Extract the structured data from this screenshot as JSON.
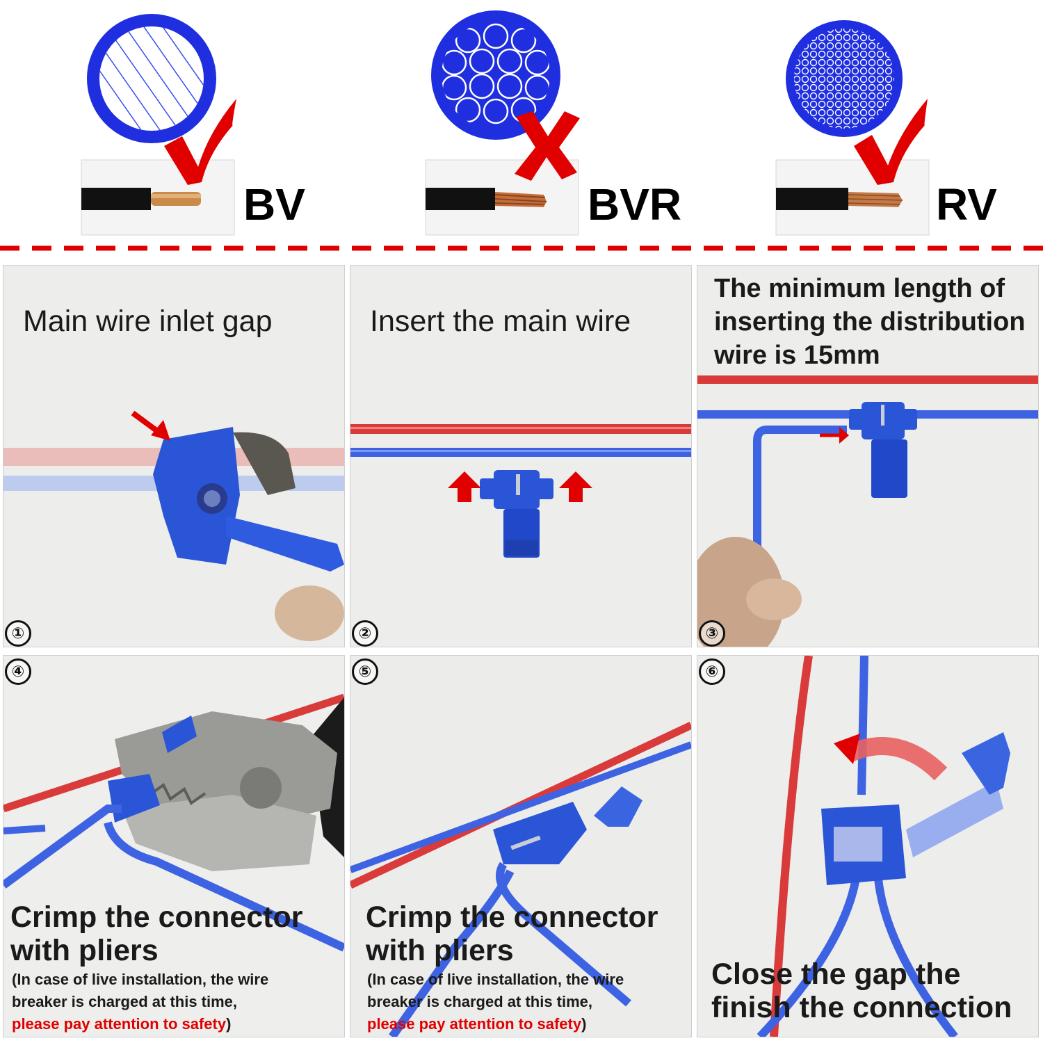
{
  "wire_types": [
    {
      "label": "BV",
      "status": "check-icon"
    },
    {
      "label": "BVR",
      "status": "cross-icon"
    },
    {
      "label": "RV",
      "status": "check-icon"
    }
  ],
  "colors": {
    "accent_blue": "#1f2fe0",
    "mark_red": "#e00000",
    "wire_red": "#d93a3a",
    "connector_blue": "#2a55d6"
  },
  "steps": [
    {
      "number": "①",
      "title": "Main wire inlet gap"
    },
    {
      "number": "②",
      "title": "Insert the main wire"
    },
    {
      "number": "③",
      "title_lines": [
        "The minimum length of",
        "inserting the distribution",
        "wire is 15mm"
      ]
    },
    {
      "number": "④",
      "title_lines": [
        "Crimp the connector",
        "with pliers"
      ],
      "note_lines": [
        "(In case of live installation, the wire",
        "breaker is charged at this time,"
      ],
      "warning": "please pay attention to safety",
      "note_end": ")"
    },
    {
      "number": "⑤",
      "title_lines": [
        "Crimp the connector",
        "with pliers"
      ],
      "note_lines": [
        "(In case of live installation, the wire",
        "breaker is charged at this time,"
      ],
      "warning": "please pay attention to safety",
      "note_end": ")"
    },
    {
      "number": "⑥",
      "title_lines": [
        "Close the gap the",
        "finish the connection"
      ]
    }
  ]
}
